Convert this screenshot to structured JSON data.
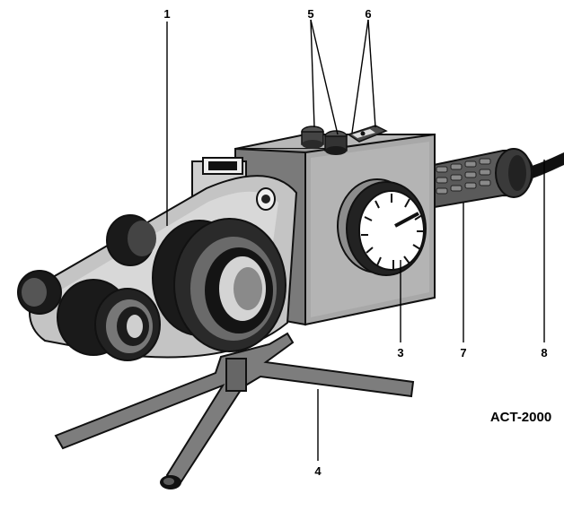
{
  "figure": {
    "model_label": "ACT-2000",
    "callouts": {
      "c1": "1",
      "c3": "3",
      "c4": "4",
      "c5": "5",
      "c6": "6",
      "c7": "7",
      "c8": "8"
    }
  },
  "colors": {
    "housing_light": "#c8c8c8",
    "housing_mid": "#9a9a9a",
    "housing_dark": "#5e5e5e",
    "black": "#111111",
    "handle": "#6a6a6a",
    "stand": "#7d7d7d",
    "line": "#000000"
  }
}
